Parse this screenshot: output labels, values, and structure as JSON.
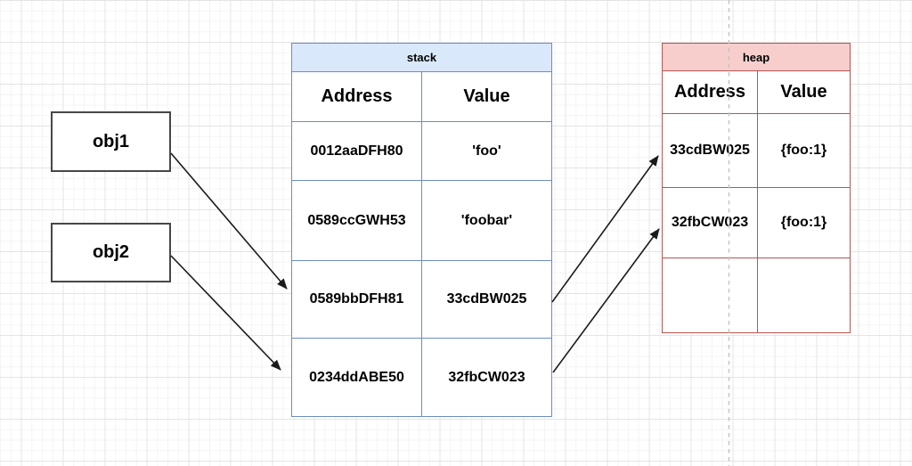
{
  "diagram": {
    "nodes": {
      "obj1": {
        "label": "obj1"
      },
      "obj2": {
        "label": "obj2"
      }
    },
    "stack_table": {
      "title": "stack",
      "columns": {
        "address": "Address",
        "value": "Value"
      },
      "rows": [
        {
          "address": "0012aaDFH80",
          "value": "'foo'"
        },
        {
          "address": "0589ccGWH53",
          "value": "'foobar'"
        },
        {
          "address": "0589bbDFH81",
          "value": "33cdBW025"
        },
        {
          "address": "0234ddABE50",
          "value": "32fbCW023"
        }
      ]
    },
    "heap_table": {
      "title": "heap",
      "columns": {
        "address": "Address",
        "value": "Value"
      },
      "rows": [
        {
          "address": "33cdBW025",
          "value": "{foo:1}"
        },
        {
          "address": "32fbCW023",
          "value": "{foo:1}"
        },
        {
          "address": "",
          "value": ""
        }
      ]
    },
    "edges": [
      {
        "name": "obj1-to-stack-row3"
      },
      {
        "name": "obj2-to-stack-row4"
      },
      {
        "name": "stack-row3-to-heap-row1"
      },
      {
        "name": "stack-row4-to-heap-row2"
      }
    ],
    "colors": {
      "stack_header_fill": "#dae8fc",
      "stack_border": "#6c8ebf",
      "heap_header_fill": "#f8cecc",
      "heap_border": "#b85450",
      "node_border": "#474747",
      "arrow": "#1a1a1a",
      "page_break_line": "#c6c6c6"
    }
  }
}
